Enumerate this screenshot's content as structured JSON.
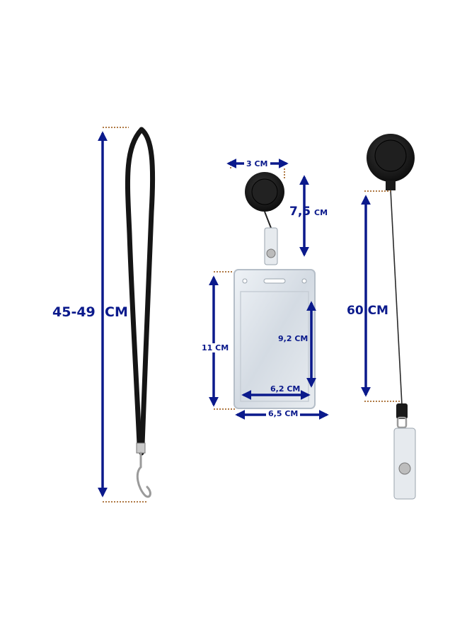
{
  "colors": {
    "arrow": "#0b1a8c",
    "guide": "#b07a45",
    "strap": "#151515",
    "reel": "#1c1c1c",
    "holder": "#dde3ea",
    "metal": "#a9a9a9"
  },
  "dimensions": {
    "lanyard_length": "45-49",
    "lanyard_unit": "CM",
    "reel_diameter": "3 CM",
    "reel_height": "7,5",
    "reel_height_unit": "CM",
    "holder_height": "11 CM",
    "holder_inner_height": "9,2 CM",
    "holder_inner_width": "6,2 CM",
    "holder_width": "6,5 CM",
    "cord_length": "60 CM"
  }
}
